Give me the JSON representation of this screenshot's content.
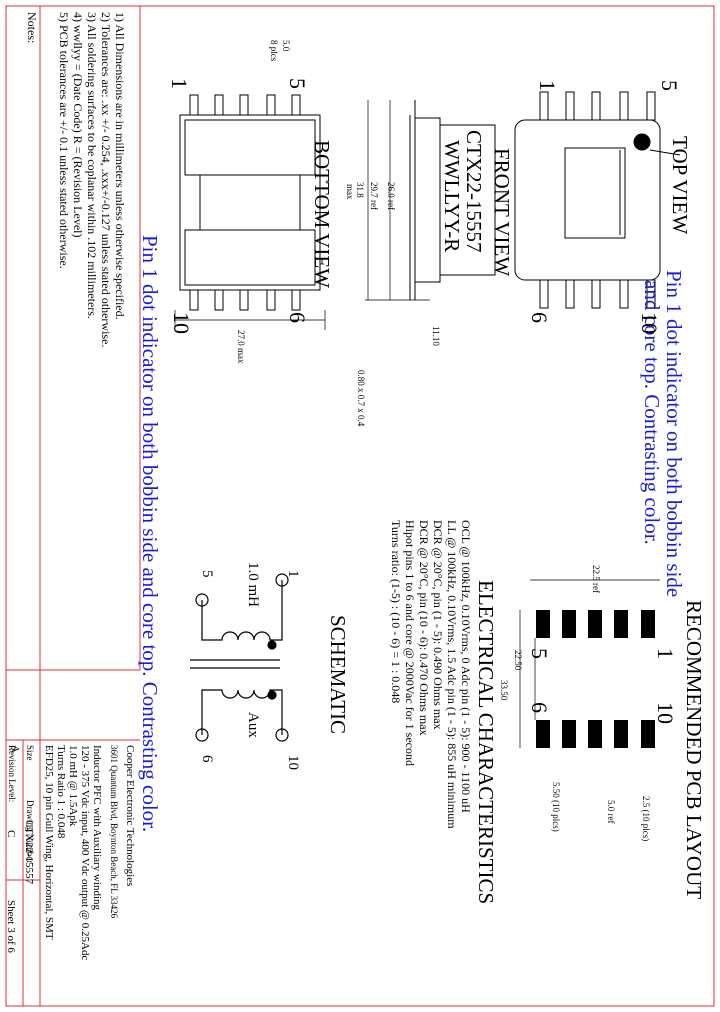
{
  "views": {
    "top_view": "TOP VIEW",
    "front_view": "FRONT VIEW",
    "bottom_view": "BOTTOM VIEW",
    "recommended_pcb": "RECOMMENDED PCB LAYOUT",
    "electrical_title": "ELECTRICAL CHARACTERISTICS",
    "schematic": "SCHEMATIC"
  },
  "pin_dot_note": {
    "line1": "Pin 1 dot indicator on both bobbin side",
    "line2": "and core top.  Contrasting color.",
    "bottom": "Pin 1 dot indicator on both bobbin side and core top.  Contrasting color."
  },
  "top_view_pins": {
    "p1": "1",
    "p5": "5",
    "p6": "6",
    "p10": "10"
  },
  "bottom_view_pins": {
    "p1": "1",
    "p5": "5",
    "p6": "6",
    "p10": "10"
  },
  "pcb_pins": {
    "p1": "1",
    "p5": "5",
    "p6": "6",
    "p10": "10"
  },
  "schematic_pins": {
    "p1": "1",
    "p5": "5",
    "p6": "6",
    "p10": "10",
    "inductance": "1.0 mH",
    "aux": "Aux"
  },
  "front_marking": {
    "line1": "CTX22-15557",
    "line2": "WWLLYY-R"
  },
  "dimensions": {
    "d26": "26.0 ref",
    "d29": "29.7 ref",
    "d31": "31.8",
    "max": "max",
    "d11": "11.10",
    "d27": "27.0 max",
    "d50": "5.0",
    "d50b": "8 plcs",
    "typ": "0.80 x 0.7 x 0.4",
    "pcb_550": "5.50 (10 plcs)",
    "pcb_25": "2.5 (10 plcs)",
    "pcb_50": "5.0 ref",
    "pcb_22_5": "22.5 ref",
    "pcb_22_50": "22.50",
    "pcb_33_50": "33.50"
  },
  "electrical": [
    "OCL @ 100kHz, 0.10Vrms, 0 Adc pin (1 - 5): 900 - 1100 uH",
    "LL @ 100kHz, 0.10Vrms, 1.5 Adc pin (1 - 5): 855 uH minimum",
    "DCR @ 20°C, pin (1 - 5):  0.490 Ohms max",
    "DCR @ 20°C, pin (10 - 6): 0.470 Ohms max",
    "Hipot pins 1 to 6 and core @ 2000Vac for 1 second",
    "Turns ratio: (1-5) : (10 - 6) = 1 : 0.048"
  ],
  "notes": {
    "title": "Notes:",
    "items": [
      "1) All Dimensions are in millimeters unless otherwise specified.",
      "2) Tolerances are: .xx +/- 0.254, .xxx+/-0.127 unless stated otherwise.",
      "3) All soldering surfaces to be coplanar within .102 millimeters.",
      "4) wwllyy = (Date Code) R = (Revision Level)",
      "5) PCB tolerances are  +/- 0.1 unless stated otherwise."
    ]
  },
  "title_block": {
    "company": "Cooper Electronic Technologies",
    "address": "3601 Quantum Blvd, Boynton Beach, FL 33426",
    "desc1": "Inductor PFC with Auxiliary winding",
    "desc2": "120 - 375 Vdc input, 400 Vdc output @ 0.25Adc",
    "desc3": "1.0 mH @ 1.5Apk",
    "desc4": "Turns Ratio 1 : 0.048",
    "desc5": "EFD25, 10 pin Gull Wing, Horizontal, SMT",
    "size_label": "Size",
    "size": "A",
    "dwg_label": "Drawing Number",
    "dwg": "CTX22-15557",
    "rev_label": "Revision Level:",
    "rev": "C",
    "sheet": "Sheet 3 of 6"
  },
  "colors": {
    "accent": "#1a1adb",
    "frame": "#d9303a"
  }
}
